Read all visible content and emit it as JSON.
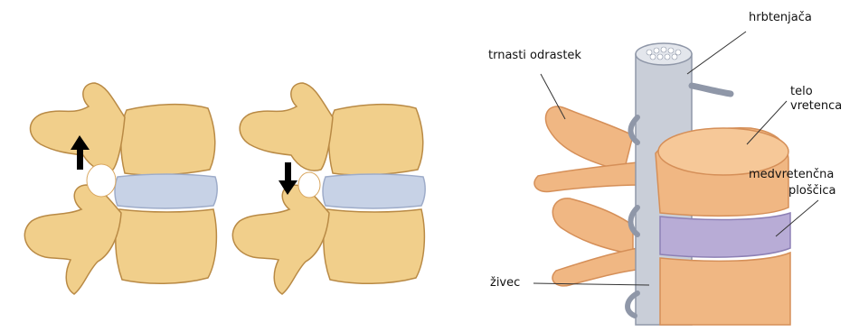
{
  "labels": {
    "spinal_cord": "hrbtenjača",
    "spinous_process": "trnasti odrastek",
    "vertebral_body_line1": "telo",
    "vertebral_body_line2": "vretenca",
    "disc_line1": "medvretenčna",
    "disc_line2": "ploščica",
    "nerve": "živec"
  },
  "colors": {
    "bone": "#f1cf8b",
    "bone_dark": "#d9a760",
    "bone_edge": "#b98a45",
    "disc": "#c7d2e6",
    "disc_dark": "#9eacc9",
    "cord": "#c9ced8",
    "cord_dark": "#8f97a8",
    "body_right": "#f0b783",
    "body_right_dark": "#d58f58",
    "disc_right": "#b8acd6",
    "arrow": "#000000"
  },
  "icons": {
    "arrow_up": "arrow-up-icon",
    "arrow_down": "arrow-down-icon"
  }
}
